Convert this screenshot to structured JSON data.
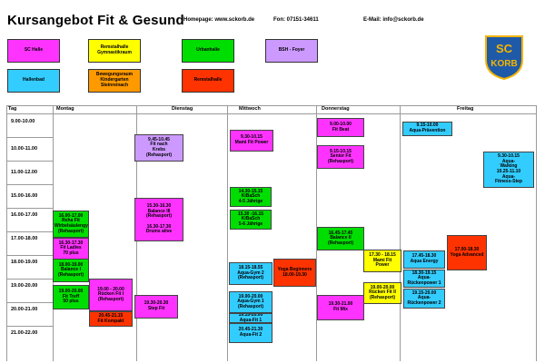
{
  "header": {
    "title": "Kursangebot Fit & Gesund",
    "homepage": "Homepage: www.sckorb.de",
    "fon": "Fon: 07151-34611",
    "email": "E-Mail: info@sckorb.de"
  },
  "legend": [
    {
      "label": "SC Halle",
      "color": "#ff33ff"
    },
    {
      "label": "Remstalhalle\nGymnastikraum",
      "color": "#ffff00"
    },
    {
      "label": "Urbanhalle",
      "color": "#00dd00"
    },
    {
      "label": "BSH - Foyer",
      "color": "#cc99ff"
    },
    {
      "label": "Hallenbad",
      "color": "#33ccff"
    },
    {
      "label": "Bewegungsraum\nKindergarten\nSteinreinach",
      "color": "#ff9900"
    },
    {
      "label": "Remstalhalle",
      "color": "#ff3300"
    }
  ],
  "logo": {
    "text_top": "SC",
    "text_bottom": "KORB",
    "color": "#1e5aa8",
    "accent": "#f5b400"
  },
  "days": [
    "Tag",
    "Montag",
    "Dienstag",
    "Mittwoch",
    "Donnerstag",
    "Freitag"
  ],
  "times": [
    "9.00-10.00",
    "10.00-11.00",
    "11.00-12.00",
    "15.00-16.00",
    "16.00-17.00",
    "17.00-18.00",
    "18.00-19.00",
    "19.00-20.00",
    "20.00-21.00",
    "21.00-22.00"
  ],
  "events": [
    {
      "text": "9.45-10.45\nFit nach\nKrebs\n(Rehasport)",
      "color": "#cc99ff"
    },
    {
      "text": "9.30-10.15\nMami Fit Power",
      "color": "#ff33ff"
    },
    {
      "text": "9.00-10.00\nFit Beat",
      "color": "#ff33ff"
    },
    {
      "text": "9.15-10.00\nAqua-Prävention",
      "color": "#33ccff"
    },
    {
      "text": "9.15-10.15\nSenior Fit\n(Rehasport)",
      "color": "#ff33ff"
    },
    {
      "text": "9.30-10.15\nAqua-\nWalking\n10.25-11.10\nAqua-\nFitness-Step",
      "color": "#33ccff"
    },
    {
      "text": "14.30-15.15\nKiBaSch\n4-5 Jährige",
      "color": "#00dd00"
    },
    {
      "text": "15.30 -16.15\nKiBaSch\n5-6 Jährige",
      "color": "#00dd00"
    },
    {
      "text": "15.30-16.30\nBalance III\n(Rehasport)\n\n16.30-17.30\nDrums alive",
      "color": "#ff33ff"
    },
    {
      "text": "16.00-17.00\nReha Fit\nWirbelsäulengym.\n(Rehasport)",
      "color": "#00dd00"
    },
    {
      "text": "16.30-17.30\nFit Ladies\n70 plus",
      "color": "#ff33ff"
    },
    {
      "text": "16.45-17.45\nBalance II\n(Rehasport)",
      "color": "#00dd00"
    },
    {
      "text": "17.00-18.30\nYoga Advanced",
      "color": "#ff3300"
    },
    {
      "text": "17.30 - 18.15\nMami Fit\nPower",
      "color": "#ffff00"
    },
    {
      "text": "17.45-18.30\nAqua Energy",
      "color": "#33ccff"
    },
    {
      "text": "18.00-19.00\nBalance I\n(Rehasport)",
      "color": "#00dd00"
    },
    {
      "text": "18.15-18.55\nAqua-Gym 2\n(Rehasport)",
      "color": "#33ccff"
    },
    {
      "text": "Yoga Beginners\n18.00-19.30",
      "color": "#ff3300"
    },
    {
      "text": "18.30-19.15\nAqua-\nRückenpower 1",
      "color": "#33ccff"
    },
    {
      "text": "19.00-20.00\nFit Treff\n50 plus",
      "color": "#00dd00"
    },
    {
      "text": "19.00 - 20.00\nRücken Fit I\n(Rehasport)",
      "color": "#ff33ff"
    },
    {
      "text": "19.30-20.30\nStep Fit",
      "color": "#ff33ff"
    },
    {
      "text": "19.00-20.00\nAqua-Gym 1\n(Rehasport)",
      "color": "#33ccff"
    },
    {
      "text": "19.00-20.00\nRücken Fit II\n(Rehasport)",
      "color": "#ffff00"
    },
    {
      "text": "19.15-20.00\nAqua-\nRückenpower 2",
      "color": "#33ccff"
    },
    {
      "text": "19.15-20.00\nAqua-Fit 1",
      "color": "#33ccff"
    },
    {
      "text": "19.30-21.00\nFit Mix",
      "color": "#ff33ff"
    },
    {
      "text": "20.45-21.15\nFit Kompakt",
      "color": "#ff3300"
    },
    {
      "text": "20.45-21.30\nAqua-Fit 2",
      "color": "#33ccff"
    }
  ]
}
